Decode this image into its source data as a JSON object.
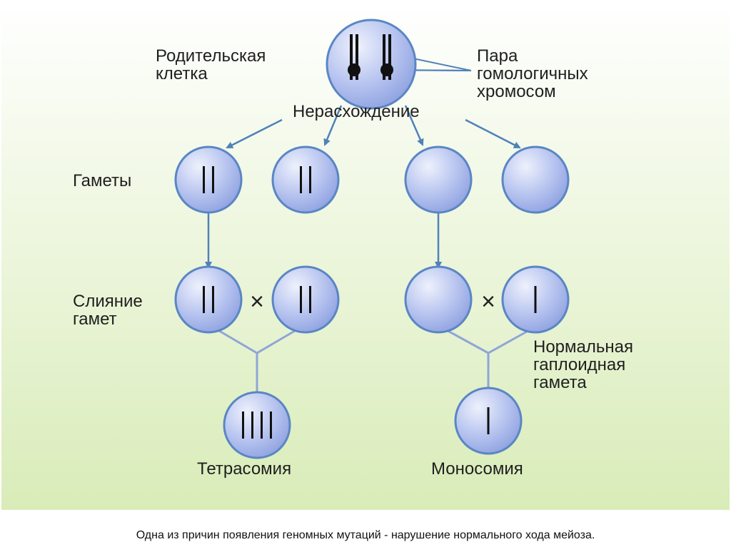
{
  "labels": {
    "parent_cell": "Родительская\nклетка",
    "homologous_pair": "Пара\nгомологичных\nхромосом",
    "nondisjunction": "Нерасхождение",
    "gametes": "Гаметы",
    "fusion": "Слияние\nгамет",
    "normal_gamete": "Нормальная\nгаплоидная\nгамета",
    "tetrasomy": "Тетрасомия",
    "monosomy": "Моносомия"
  },
  "cross_symbol": "×",
  "caption": "Одна из причин появления геномных мутаций - нарушение  нормального хода мейоза.",
  "colors": {
    "background_top": "#ffffff",
    "background_bottom": "#d9ecb8",
    "cell_fill": "#aab8ec",
    "cell_stroke": "#5a86c4",
    "arrow": "#4f82b8",
    "chromosome": "#111111",
    "branch_line": "#8ea6d6"
  },
  "cells": {
    "parent": {
      "chromosomes": 2
    },
    "gamete_1": {
      "chromosomes": 2
    },
    "gamete_2": {
      "chromosomes": 2
    },
    "gamete_3": {
      "chromosomes": 0
    },
    "gamete_4": {
      "chromosomes": 0
    },
    "fusion_left_1": {
      "chromosomes": 2
    },
    "fusion_left_2": {
      "chromosomes": 2
    },
    "fusion_right_1": {
      "chromosomes": 0
    },
    "fusion_right_2": {
      "chromosomes": 1
    },
    "tetrasomy": {
      "chromosomes": 4
    },
    "monosomy": {
      "chromosomes": 1
    }
  }
}
